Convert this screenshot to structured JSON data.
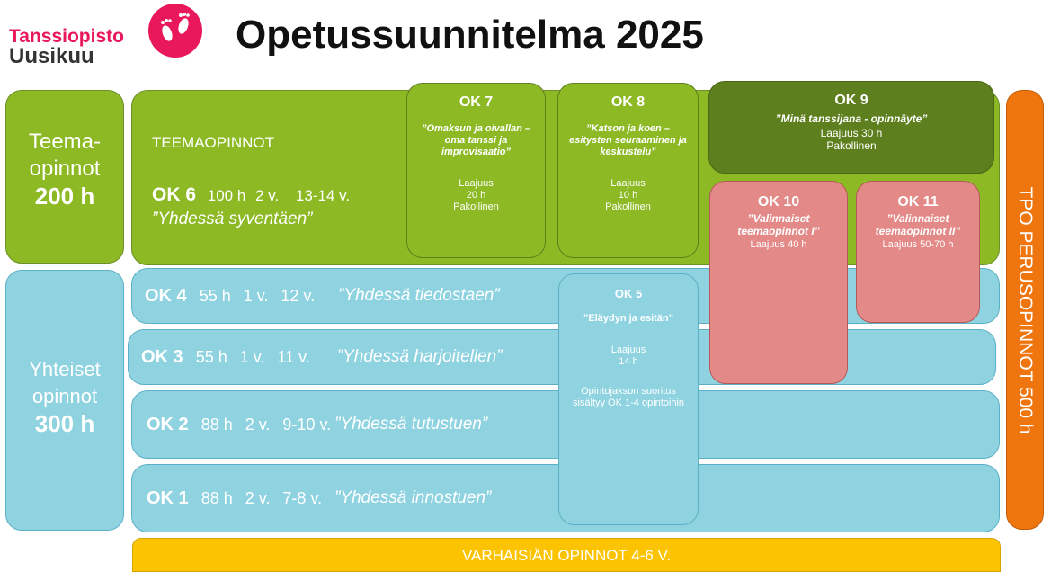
{
  "header": {
    "school_line1": "Tanssiopisto",
    "school_line2": "Uusikuu",
    "title": "Opetussuunnitelma 2025",
    "logo_icon": "footprints-icon",
    "brand_color": "#e8185a"
  },
  "left": {
    "teema": {
      "line1": "Teema-",
      "line2": "opinnot",
      "hours": "200 h"
    },
    "yhteiset": {
      "line1": "Yhteiset",
      "line2": "opinnot",
      "hours": "300 h"
    }
  },
  "teemaopinnot": {
    "label": "TEEMAOPINNOT",
    "ok": "OK 6",
    "hours": "100 h",
    "years": "2 v.",
    "age": "13-14 v.",
    "name": "”Yhdessä syventäen”"
  },
  "rows": [
    {
      "ok": "OK 4",
      "hours": "55 h",
      "years": "1 v.",
      "age": "12 v.",
      "name": "”Yhdessä tiedostaen”"
    },
    {
      "ok": "OK 3",
      "hours": "55 h",
      "years": "1 v.",
      "age": "11 v.",
      "name": "”Yhdessä harjoitellen”"
    },
    {
      "ok": "OK 2",
      "hours": "88 h",
      "years": "2 v.",
      "age": "9-10 v.",
      "name": "”Yhdessä tutustuen”"
    },
    {
      "ok": "OK 1",
      "hours": "88 h",
      "years": "2 v.",
      "age": "7-8 v.",
      "name": "”Yhdessä innostuen”"
    }
  ],
  "ok7": {
    "title": "OK 7",
    "name": "”Omaksun ja oivallan – oma tanssi ja improvisaatio”",
    "scope_label": "Laajuus",
    "scope": "20 h",
    "status": "Pakollinen"
  },
  "ok8": {
    "title": "OK 8",
    "name": "”Katson ja koen – esitysten seuraaminen ja keskustelu”",
    "scope_label": "Laajuus",
    "scope": "10 h",
    "status": "Pakollinen"
  },
  "ok9": {
    "title": "OK 9",
    "name": "”Minä tanssijana - opinnäyte”",
    "scope": "Laajuus 30 h",
    "status": "Pakollinen"
  },
  "ok10": {
    "title": "OK 10",
    "name": "”Valinnaiset teemaopinnot I”",
    "scope": "Laajuus 40 h"
  },
  "ok11": {
    "title": "OK 11",
    "name": "”Valinnaiset teemaopinnot II”",
    "scope": "Laajuus 50-70 h"
  },
  "ok5": {
    "title": "OK 5",
    "name": "”Eläydyn ja esitän”",
    "scope_label": "Laajuus",
    "scope": "14 h",
    "note": "Opintojakson suoritus sisältyy OK 1-4 opintoihin"
  },
  "tpo": {
    "label": "TPO PERUSOPINNOT 500 h"
  },
  "varhais": {
    "label": "VARHAISIÄN OPINNOT 4-6 V."
  }
}
